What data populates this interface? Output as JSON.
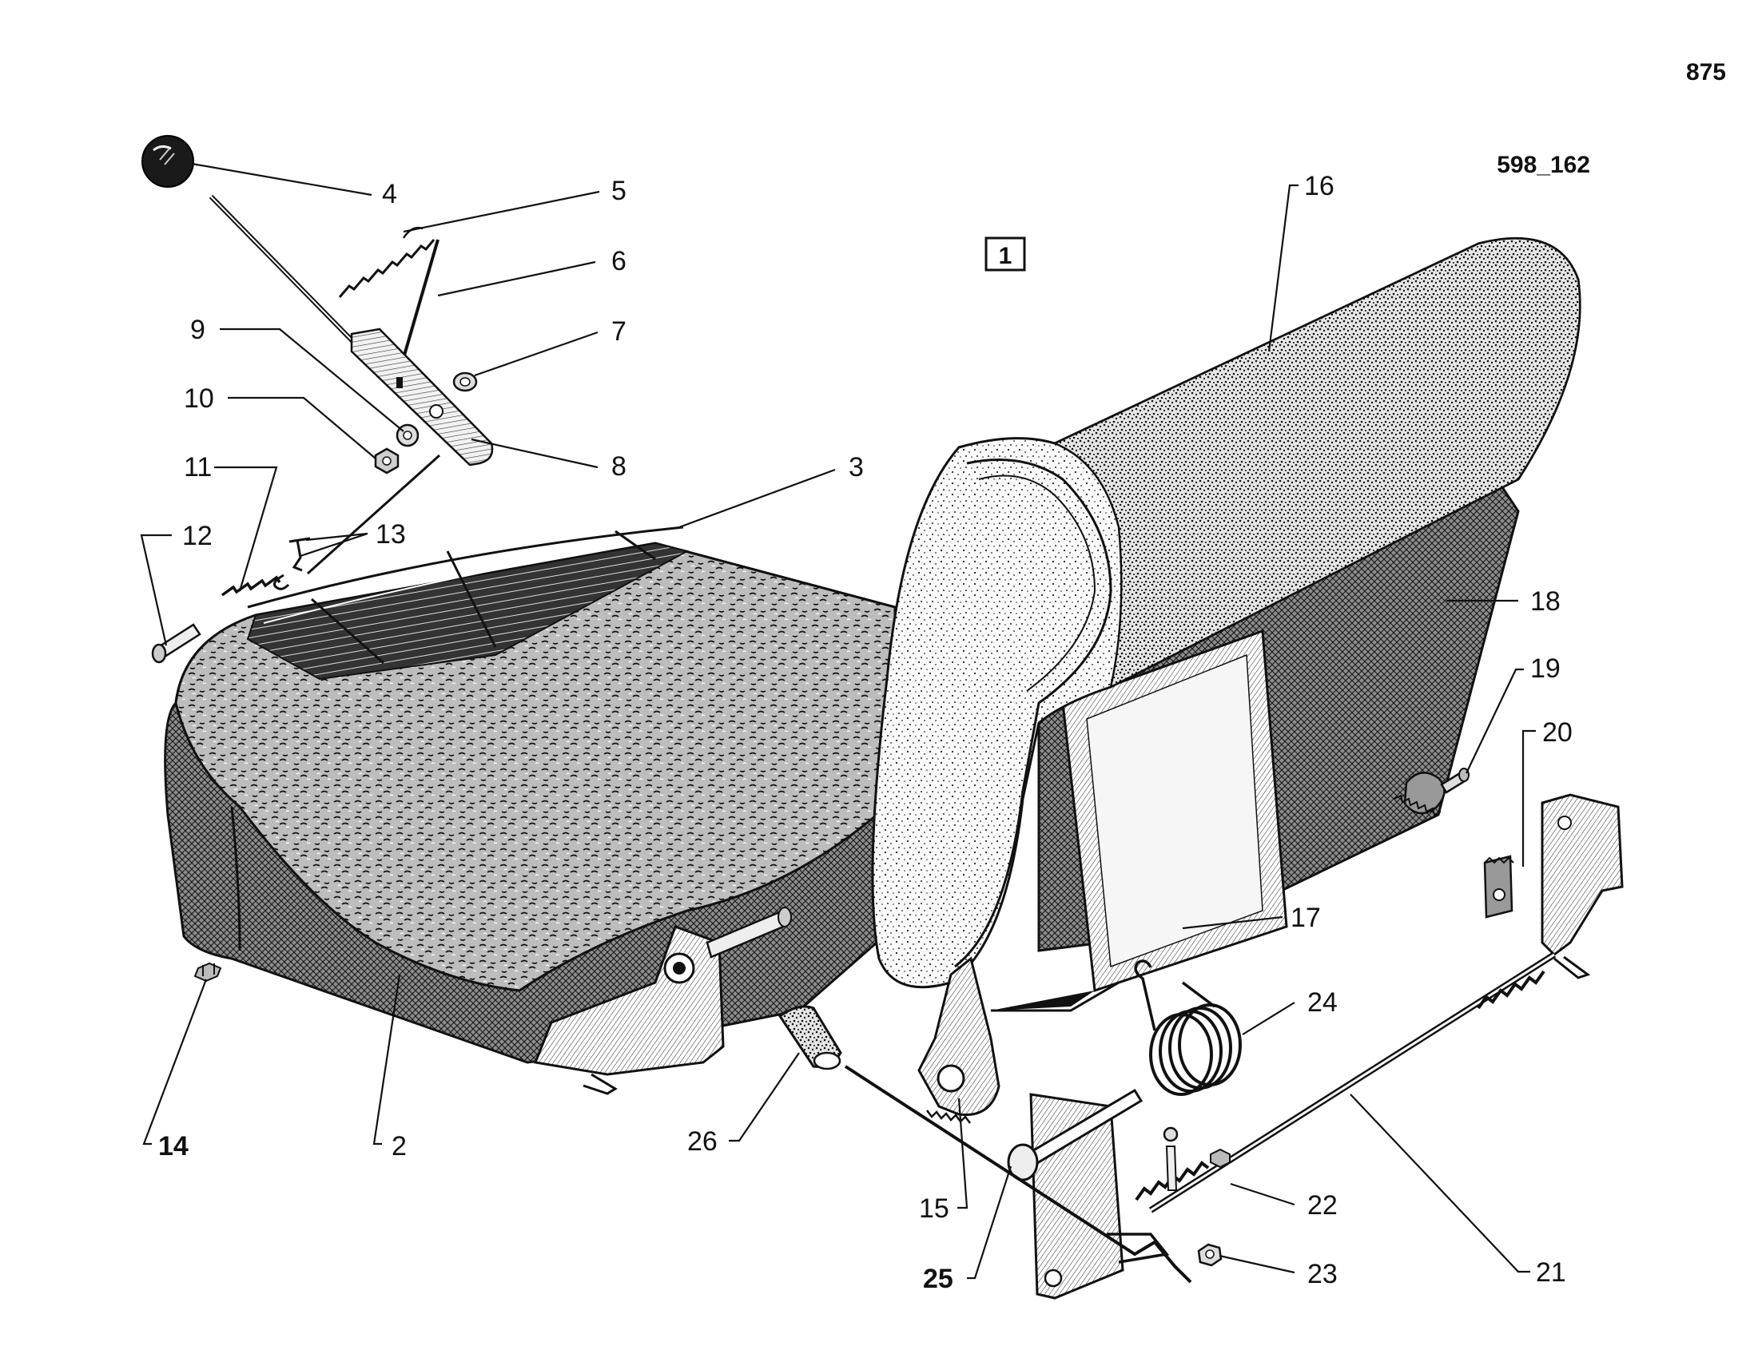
{
  "page_number": "875",
  "figure_code": "598_162",
  "view_marker": "1",
  "callouts": [
    {
      "id": "2",
      "label": "2"
    },
    {
      "id": "3",
      "label": "3"
    },
    {
      "id": "4",
      "label": "4"
    },
    {
      "id": "5",
      "label": "5"
    },
    {
      "id": "6",
      "label": "6"
    },
    {
      "id": "7",
      "label": "7"
    },
    {
      "id": "8",
      "label": "8"
    },
    {
      "id": "9",
      "label": "9"
    },
    {
      "id": "10",
      "label": "10"
    },
    {
      "id": "11",
      "label": "11"
    },
    {
      "id": "12",
      "label": "12"
    },
    {
      "id": "13",
      "label": "13"
    },
    {
      "id": "14",
      "label": "14"
    },
    {
      "id": "15",
      "label": "15"
    },
    {
      "id": "16",
      "label": "16"
    },
    {
      "id": "17",
      "label": "17"
    },
    {
      "id": "18",
      "label": "18"
    },
    {
      "id": "19",
      "label": "19"
    },
    {
      "id": "20",
      "label": "20"
    },
    {
      "id": "21",
      "label": "21"
    },
    {
      "id": "22",
      "label": "22"
    },
    {
      "id": "23",
      "label": "23"
    },
    {
      "id": "24",
      "label": "24"
    },
    {
      "id": "25",
      "label": "25"
    },
    {
      "id": "26",
      "label": "26"
    }
  ]
}
